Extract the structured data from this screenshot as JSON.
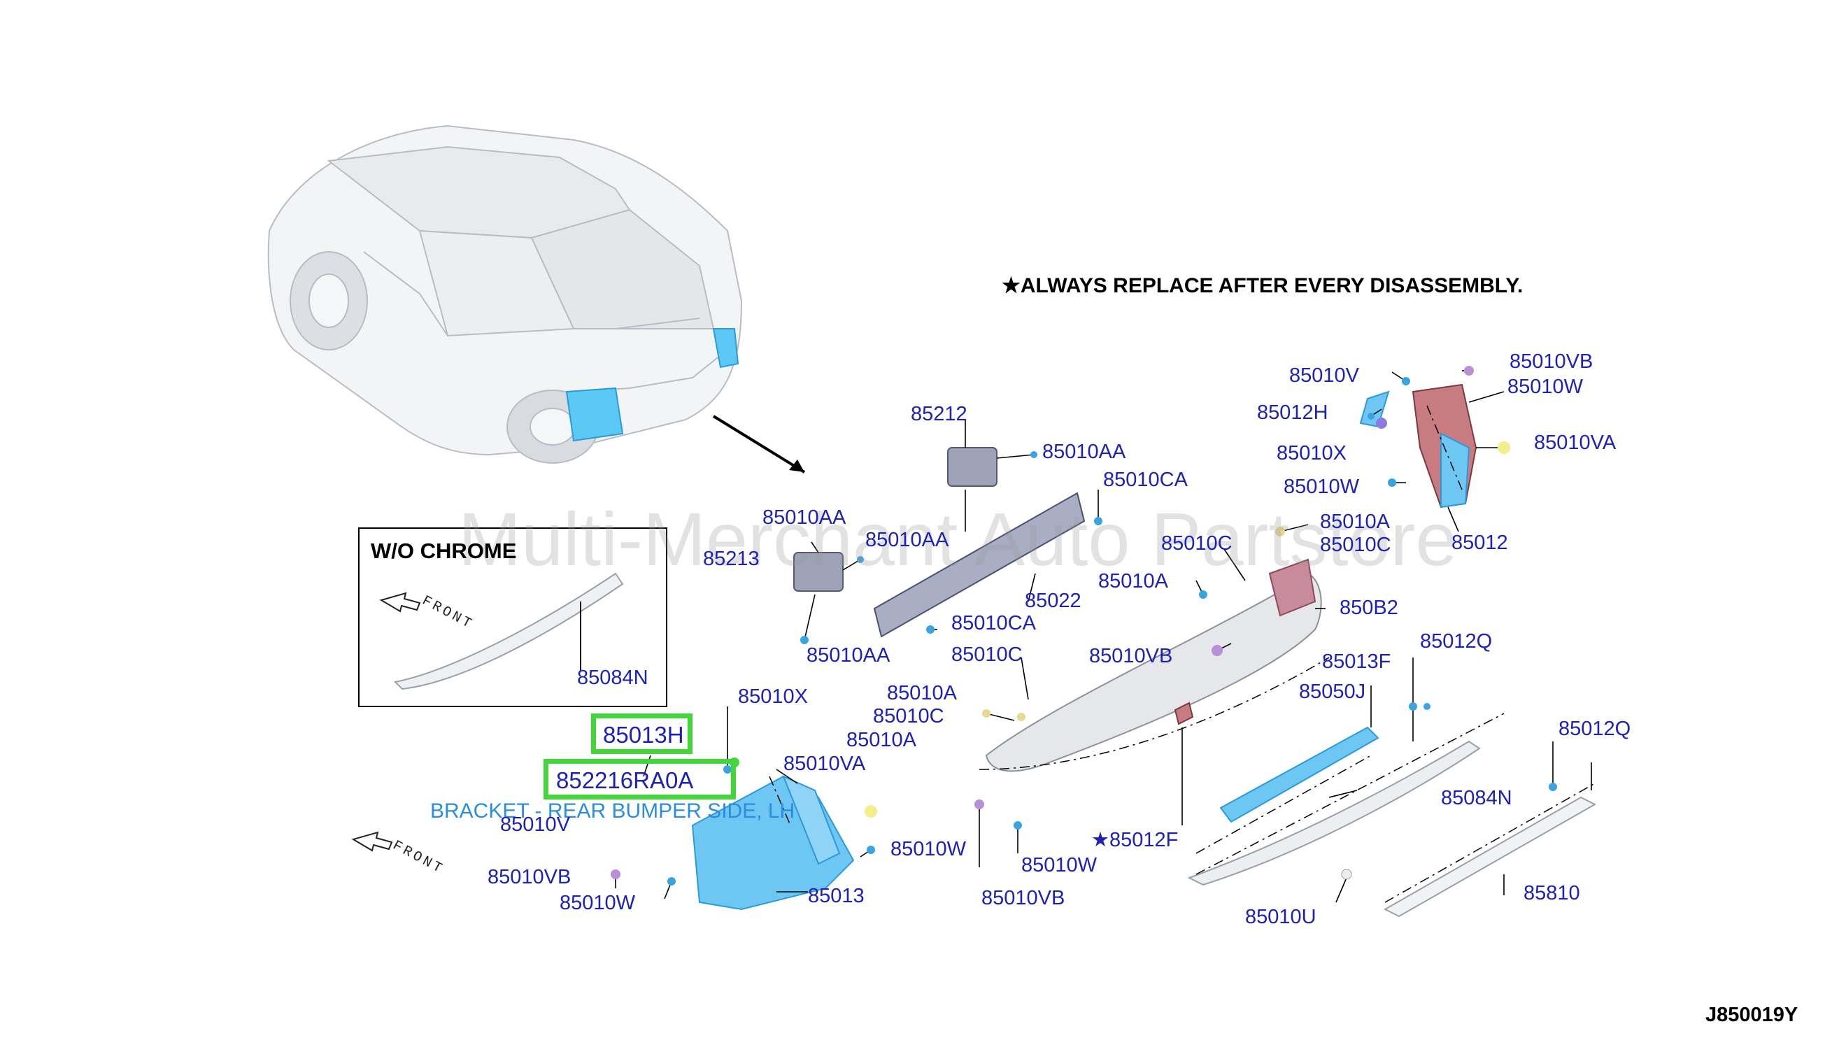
{
  "notice": "★ALWAYS REPLACE AFTER EVERY DISASSEMBLY.",
  "watermark": "Multi-Merchant Auto Partstore",
  "inset": {
    "title": "W/O CHROME",
    "part": "85084N",
    "front_label": "FRONT"
  },
  "front_label": "FRONT",
  "highlight": {
    "part_a": "85013H",
    "part_b": "852216RA0A",
    "description": "BRACKET - REAR BUMPER SIDE, LH"
  },
  "diagram_code": "J850019Y",
  "labels": {
    "p85212": "85212",
    "p85010AA_a": "85010AA",
    "p85010CA_a": "85010CA",
    "p85010AA_b": "85010AA",
    "p85010AA_c": "85010AA",
    "p85213": "85213",
    "p85022": "85022",
    "p85010CA_b": "85010CA",
    "p85010AA_d": "85010AA",
    "p85010V_r": "85010V",
    "p85010VB_r": "85010VB",
    "p85010W_r1": "85010W",
    "p85012H": "85012H",
    "p85010X_r": "85010X",
    "p85010VA_r": "85010VA",
    "p85010W_r2": "85010W",
    "p85012": "85012",
    "p85010A_r": "85010A",
    "p85010C_r": "85010C",
    "p85010C_m": "85010C",
    "p85010A_m": "85010A",
    "p850B2": "850B2",
    "p85010VB_m": "85010VB",
    "p85010C_m2": "85010C",
    "p85013F": "85013F",
    "p85012Q_a": "85012Q",
    "p85050J": "85050J",
    "p85012Q_b": "85012Q",
    "p85010A_l1": "85010A",
    "p85010C_l": "85010C",
    "p85010A_l2": "85010A",
    "p85010X_l": "85010X",
    "p85010VA_l": "85010VA",
    "p85010V_l": "85010V",
    "p85010W_l1": "85010W",
    "p85010VB_l": "85010VB",
    "p85010W_l2": "85010W",
    "p85013": "85013",
    "p85010W_m": "85010W",
    "p85010VB_b": "85010VB",
    "p85012F": "★85012F",
    "p85084N": "85084N",
    "p85010U": "85010U",
    "p85810": "85810"
  }
}
